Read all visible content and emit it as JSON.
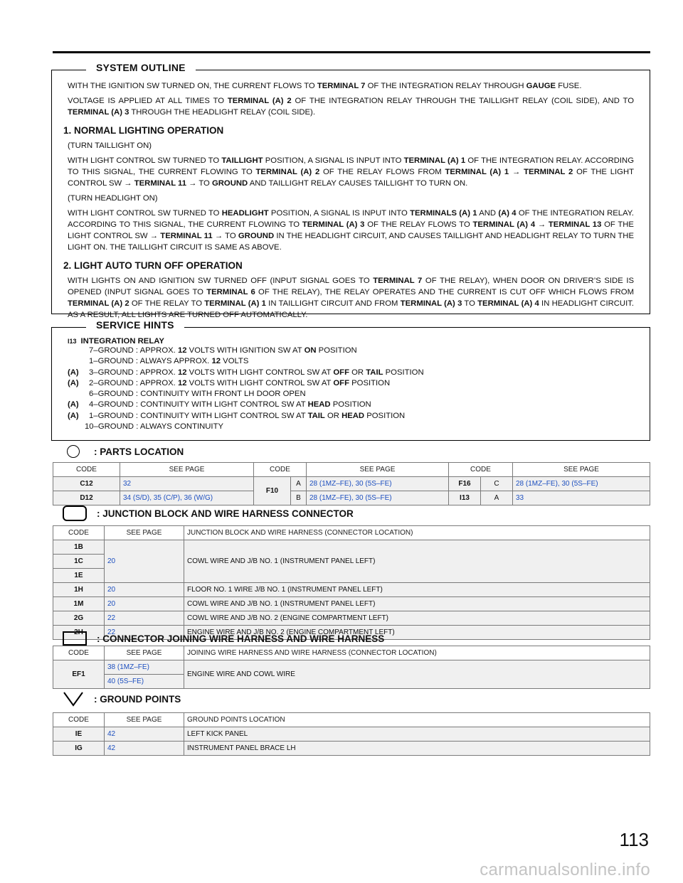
{
  "outline": {
    "title": "SYSTEM OUTLINE",
    "intro": [
      [
        [
          "WITH THE IGNITION SW TURNED ON, THE CURRENT FLOWS TO ",
          false
        ],
        [
          "TERMINAL 7",
          true
        ],
        [
          " OF THE INTEGRATION RELAY THROUGH ",
          false
        ],
        [
          "GAUGE",
          true
        ],
        [
          " FUSE.",
          false
        ]
      ],
      [
        [
          "VOLTAGE IS APPLIED AT ALL TIMES TO ",
          false
        ],
        [
          "TERMINAL (A) 2",
          true
        ],
        [
          " OF THE INTEGRATION RELAY THROUGH THE TAILLIGHT RELAY (COIL SIDE), AND TO ",
          false
        ],
        [
          "TERMINAL (A) 3",
          true
        ],
        [
          " THROUGH THE HEADLIGHT RELAY (COIL SIDE).",
          false
        ]
      ]
    ],
    "sec1_title": "1.   NORMAL LIGHTING OPERATION",
    "sec1": [
      [
        [
          "(TURN TAILLIGHT ON)",
          false
        ]
      ],
      [
        [
          "WITH LIGHT CONTROL SW TURNED TO ",
          false
        ],
        [
          "TAILLIGHT",
          true
        ],
        [
          " POSITION, A SIGNAL IS INPUT INTO ",
          false
        ],
        [
          "TERMINAL (A) 1",
          true
        ],
        [
          " OF THE INTEGRATION RELAY. ACCORDING TO THIS SIGNAL, THE CURRENT FLOWING TO ",
          false
        ],
        [
          "TERMINAL (A) 2",
          true
        ],
        [
          " OF THE RELAY FLOWS FROM ",
          false
        ],
        [
          "TERMINAL (A) 1",
          true
        ],
        [
          " → ",
          false
        ],
        [
          "TERMINAL 2",
          true
        ],
        [
          " OF THE LIGHT CONTROL SW → ",
          false
        ],
        [
          "TERMINAL 11",
          true
        ],
        [
          " → TO ",
          false
        ],
        [
          "GROUND",
          true
        ],
        [
          " AND TAILLIGHT RELAY CAUSES TAILLIGHT TO TURN ON.",
          false
        ]
      ],
      [
        [
          "(TURN HEADLIGHT ON)",
          false
        ]
      ],
      [
        [
          "WITH LIGHT CONTROL SW TURNED TO ",
          false
        ],
        [
          "HEADLIGHT",
          true
        ],
        [
          " POSITION, A SIGNAL IS INPUT INTO ",
          false
        ],
        [
          "TERMINALS (A) 1",
          true
        ],
        [
          " AND ",
          false
        ],
        [
          "(A) 4",
          true
        ],
        [
          " OF THE INTEGRATION RELAY. ACCORDING TO THIS SIGNAL, THE CURRENT FLOWING TO ",
          false
        ],
        [
          "TERMINAL (A) 3",
          true
        ],
        [
          " OF THE RELAY FLOWS TO ",
          false
        ],
        [
          "TERMINAL (A) 4",
          true
        ],
        [
          " → ",
          false
        ],
        [
          "TERMINAL 13",
          true
        ],
        [
          " OF THE LIGHT CONTROL SW → ",
          false
        ],
        [
          "TERMINAL 11",
          true
        ],
        [
          " → TO ",
          false
        ],
        [
          "GROUND",
          true
        ],
        [
          " IN THE HEADLIGHT CIRCUIT, AND CAUSES TAILLIGHT AND HEADLIGHT RELAY TO TURN THE LIGHT ON. THE TAILLIGHT CIRCUIT IS SAME AS ABOVE.",
          false
        ]
      ]
    ],
    "sec2_title": "2.   LIGHT AUTO TURN OFF OPERATION",
    "sec2": [
      [
        [
          "WITH LIGHTS ON AND IGNITION SW TURNED OFF (INPUT SIGNAL GOES TO ",
          false
        ],
        [
          "TERMINAL 7",
          true
        ],
        [
          " OF THE RELAY), WHEN DOOR ON DRIVER’S SIDE IS OPENED (INPUT SIGNAL GOES TO ",
          false
        ],
        [
          "TERMINAL 6",
          true
        ],
        [
          " OF THE RELAY), THE RELAY OPERATES AND THE CURRENT IS CUT OFF WHICH FLOWS FROM ",
          false
        ],
        [
          "TERMINAL (A) 2",
          true
        ],
        [
          " OF THE RELAY TO ",
          false
        ],
        [
          "TERMINAL (A) 1",
          true
        ],
        [
          " IN TAILLIGHT CIRCUIT AND FROM ",
          false
        ],
        [
          "TERMINAL (A) 3",
          true
        ],
        [
          " TO ",
          false
        ],
        [
          "TERMINAL (A) 4",
          true
        ],
        [
          " IN HEADLIGHT CIRCUIT. AS A RESULT, ALL LIGHTS ARE TURNED OFF AUTOMATICALLY.",
          false
        ]
      ]
    ]
  },
  "hints": {
    "title": "SERVICE HINTS",
    "code": "I13",
    "heading": "INTEGRATION RELAY",
    "rows": [
      {
        "pre": "",
        "segs": [
          [
            "7–GROUND : APPROX. ",
            false
          ],
          [
            "12",
            true
          ],
          [
            " VOLTS WITH IGNITION SW AT ",
            false
          ],
          [
            "ON",
            true
          ],
          [
            " POSITION",
            false
          ]
        ]
      },
      {
        "pre": "",
        "segs": [
          [
            "1–GROUND : ALWAYS APPROX. ",
            false
          ],
          [
            "12",
            true
          ],
          [
            " VOLTS",
            false
          ]
        ]
      },
      {
        "pre": "(A)",
        "segs": [
          [
            "3–GROUND : APPROX. ",
            false
          ],
          [
            "12",
            true
          ],
          [
            " VOLTS WITH LIGHT CONTROL SW AT ",
            false
          ],
          [
            "OFF",
            true
          ],
          [
            " OR ",
            false
          ],
          [
            "TAIL",
            true
          ],
          [
            " POSITION",
            false
          ]
        ]
      },
      {
        "pre": "(A)",
        "segs": [
          [
            "2–GROUND : APPROX. ",
            false
          ],
          [
            "12",
            true
          ],
          [
            " VOLTS WITH LIGHT CONTROL SW AT ",
            false
          ],
          [
            "OFF",
            true
          ],
          [
            " POSITION",
            false
          ]
        ]
      },
      {
        "pre": "",
        "segs": [
          [
            "6–GROUND : CONTINUITY WITH FRONT LH DOOR OPEN",
            false
          ]
        ]
      },
      {
        "pre": "(A)",
        "segs": [
          [
            "4–GROUND : CONTINUITY WITH LIGHT CONTROL SW AT ",
            false
          ],
          [
            "HEAD",
            true
          ],
          [
            " POSITION",
            false
          ]
        ]
      },
      {
        "pre": "(A)",
        "segs": [
          [
            "1–GROUND : CONTINUITY WITH LIGHT CONTROL SW AT ",
            false
          ],
          [
            "TAIL",
            true
          ],
          [
            " OR ",
            false
          ],
          [
            "HEAD",
            true
          ],
          [
            " POSITION",
            false
          ]
        ]
      },
      {
        "pre": "",
        "segs": [
          [
            "10–GROUND : ALWAYS CONTINUITY",
            false
          ]
        ]
      }
    ]
  },
  "parts": {
    "label": ": PARTS LOCATION",
    "h_code": "CODE",
    "h_page": "SEE PAGE",
    "c12": "C12",
    "c12_page": "32",
    "d12": "D12",
    "d12_page": "34 (S/D), 35 (C/P), 36 (W/G)",
    "f10": "F10",
    "f10a": "A",
    "f10a_page": "28 (1MZ–FE), 30 (5S–FE)",
    "f10b": "B",
    "f10b_page": "28 (1MZ–FE), 30 (5S–FE)",
    "f16": "F16",
    "f16c": "C",
    "f16_page": "28 (1MZ–FE), 30 (5S–FE)",
    "i13": "I13",
    "i13a": "A",
    "i13_page": "33"
  },
  "jb": {
    "label": ": JUNCTION BLOCK AND WIRE HARNESS CONNECTOR",
    "h_code": "CODE",
    "h_page": "SEE PAGE",
    "h_loc": "JUNCTION BLOCK AND WIRE HARNESS (CONNECTOR LOCATION)",
    "rows": [
      {
        "code": "1B"
      },
      {
        "code": "1C"
      },
      {
        "code": "1E"
      },
      {
        "code": "1H",
        "page": "20",
        "loc": "FLOOR NO. 1 WIRE J/B NO. 1 (INSTRUMENT PANEL LEFT)"
      },
      {
        "code": "1M",
        "page": "20",
        "loc": "COWL WIRE AND J/B NO. 1 (INSTRUMENT PANEL LEFT)"
      },
      {
        "code": "2G",
        "page": "22",
        "loc": "COWL WIRE AND J/B NO. 2 (ENGINE COMPARTMENT LEFT)"
      },
      {
        "code": "2H",
        "page": "22",
        "loc": "ENGINE WIRE AND J/B NO. 2 (ENGINE COMPARTMENT LEFT)"
      }
    ],
    "group_page": "20",
    "group_loc": "COWL WIRE AND J/B NO. 1 (INSTRUMENT PANEL LEFT)"
  },
  "conn": {
    "label": ": CONNECTOR JOINING WIRE HARNESS AND WIRE HARNESS",
    "h_code": "CODE",
    "h_page": "SEE PAGE",
    "h_loc": "JOINING WIRE HARNESS AND WIRE HARNESS (CONNECTOR LOCATION)",
    "code": "EF1",
    "page1": "38 (1MZ–FE)",
    "page2": "40 (5S–FE)",
    "loc": "ENGINE WIRE AND COWL WIRE"
  },
  "ground": {
    "label": ": GROUND POINTS",
    "h_code": "CODE",
    "h_page": "SEE PAGE",
    "h_loc": "GROUND POINTS LOCATION",
    "rows": [
      {
        "code": "IE",
        "page": "42",
        "loc": "LEFT KICK PANEL"
      },
      {
        "code": "IG",
        "page": "42",
        "loc": "INSTRUMENT PANEL BRACE LH"
      }
    ]
  },
  "page_number": "113",
  "watermark": "carmanualsonline.info"
}
